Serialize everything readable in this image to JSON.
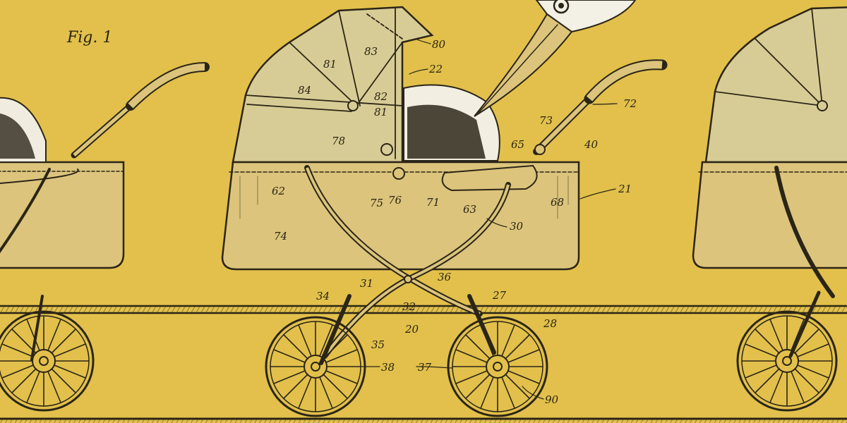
{
  "illustration": {
    "figure_label": "Fig. 1",
    "colors": {
      "background": "#e2c04b",
      "ink": "#2b2516",
      "body_tint": "#dcc47c",
      "hood_tint": "#d8cc96",
      "stork": "#f3f0e6"
    },
    "reference_numerals": [
      {
        "id": "n80",
        "text": "80"
      },
      {
        "id": "n83",
        "text": "83"
      },
      {
        "id": "n22",
        "text": "22"
      },
      {
        "id": "n81a",
        "text": "81"
      },
      {
        "id": "n84",
        "text": "84"
      },
      {
        "id": "n82",
        "text": "82"
      },
      {
        "id": "n81b",
        "text": "81"
      },
      {
        "id": "n78",
        "text": "78"
      },
      {
        "id": "n72",
        "text": "72"
      },
      {
        "id": "n73",
        "text": "73"
      },
      {
        "id": "n65",
        "text": "65"
      },
      {
        "id": "n40",
        "text": "40"
      },
      {
        "id": "n21",
        "text": "21"
      },
      {
        "id": "n62",
        "text": "62"
      },
      {
        "id": "n75",
        "text": "75"
      },
      {
        "id": "n76",
        "text": "76"
      },
      {
        "id": "n71",
        "text": "71"
      },
      {
        "id": "n63",
        "text": "63"
      },
      {
        "id": "n68",
        "text": "68"
      },
      {
        "id": "n74",
        "text": "74"
      },
      {
        "id": "n30",
        "text": "30"
      },
      {
        "id": "n36",
        "text": "36"
      },
      {
        "id": "n34",
        "text": "34"
      },
      {
        "id": "n31",
        "text": "31"
      },
      {
        "id": "n32",
        "text": "32"
      },
      {
        "id": "n27",
        "text": "27"
      },
      {
        "id": "n20",
        "text": "20"
      },
      {
        "id": "n28",
        "text": "28"
      },
      {
        "id": "n35",
        "text": "35"
      },
      {
        "id": "n38",
        "text": "38"
      },
      {
        "id": "n37",
        "text": "37"
      },
      {
        "id": "n90",
        "text": "90"
      }
    ]
  }
}
